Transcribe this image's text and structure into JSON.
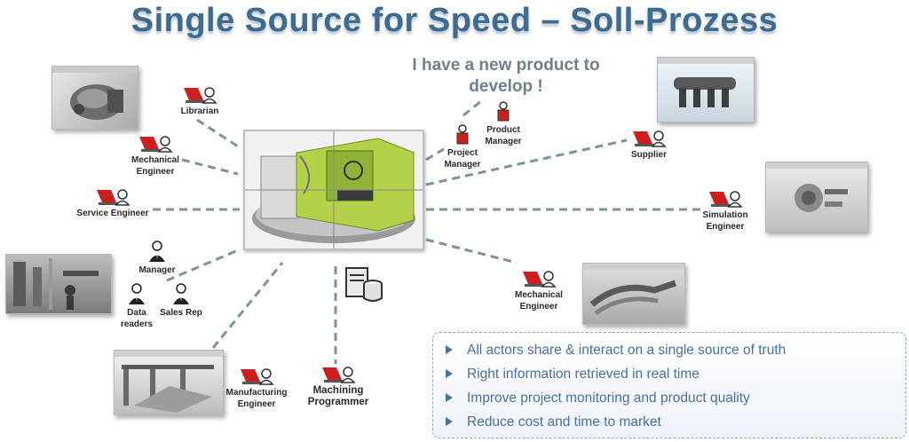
{
  "title": "Single Source for Speed – Soll-Prozess",
  "quote": {
    "line1": "I have a new product to",
    "line2": "develop !"
  },
  "actors": {
    "librarian": "Librarian",
    "mechanical_engineer_left": "Mechanical Engineer",
    "service_engineer": "Service Engineer",
    "manager": "Manager",
    "data_readers": "Data readers",
    "sales_rep": "Sales Rep",
    "manufacturing_engineer": "Manufacturing Engineer",
    "machining_programmer": "Machining Programmer",
    "project_manager": "Project Manager",
    "product_manager": "Product Manager",
    "supplier": "Supplier",
    "simulation_engineer": "Simulation Engineer",
    "mechanical_engineer_right": "Mechanical Engineer"
  },
  "benefits": [
    "All actors share & interact on a single source of truth",
    "Right information retrieved in real time",
    "Improve project monitoring and product quality",
    "Reduce cost and time to market"
  ],
  "colors": {
    "title": "#3f6b8f",
    "quote": "#6f7f8c",
    "benefit_text": "#4a6fa1",
    "connector": "#7f909f",
    "actor_red": "#cc1f1f"
  },
  "icons": {
    "actor_workstation": "red-laptop-person-icon",
    "actor_person": "suited-person-icon",
    "database": "database-server-icon",
    "bullet": "triangle-arrow-icon"
  }
}
